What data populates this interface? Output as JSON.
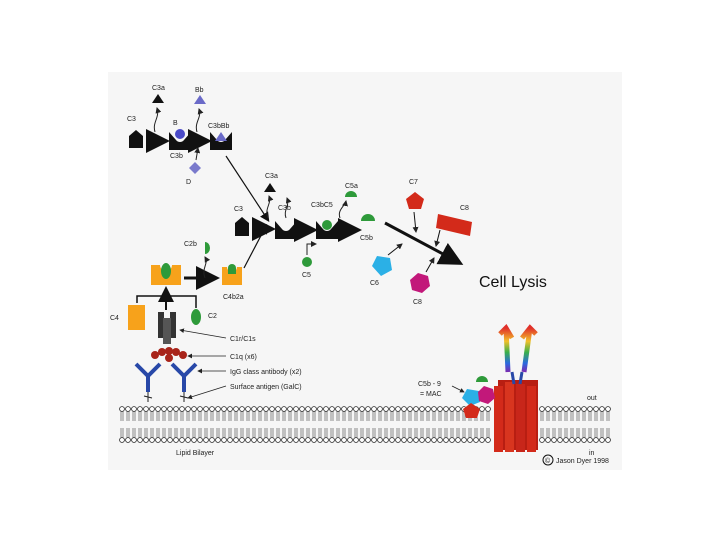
{
  "diagram": {
    "title": "Cell Lysis",
    "alternative_pathway": {
      "c3a": "C3a",
      "bb": "Bb",
      "c3": "C3",
      "b": "B",
      "c3bbb": "C3bBb",
      "c3b": "C3b",
      "d": "D"
    },
    "amplification": {
      "c3a": "C3a",
      "c3": "C3",
      "c3b": "C3b",
      "c3bc5": "C3bC5",
      "c5a": "C5a",
      "c5b": "C5b",
      "c5": "C5"
    },
    "terminal": {
      "c7": "C7",
      "c8_top": "C8",
      "c6": "C6",
      "c8": "C8"
    },
    "classical_pathway": {
      "c2b": "C2b",
      "c4b2a": "C4b2a",
      "c4": "C4",
      "c2": "C2"
    },
    "annotations": {
      "c1r_c1s": "C1r/C1s",
      "c1q": "C1q (x6)",
      "igg": "IgG class antibody (x2)",
      "antigen": "Surface antigen (GalC)",
      "mac_line1": "C5b - 9",
      "mac_line2": "= MAC",
      "out": "out",
      "in": "in",
      "lipid": "Lipid Bilayer",
      "credit": "Jason Dyer 1998",
      "copyright_symbol": "©"
    }
  },
  "colors": {
    "black": "#111111",
    "orange": "#f7a21b",
    "green": "#2e9a3a",
    "purple": "#6a6ac8",
    "red": "#d32a1a",
    "cyan": "#2bb0e6",
    "magenta": "#c2187a",
    "blue": "#2848a8"
  }
}
